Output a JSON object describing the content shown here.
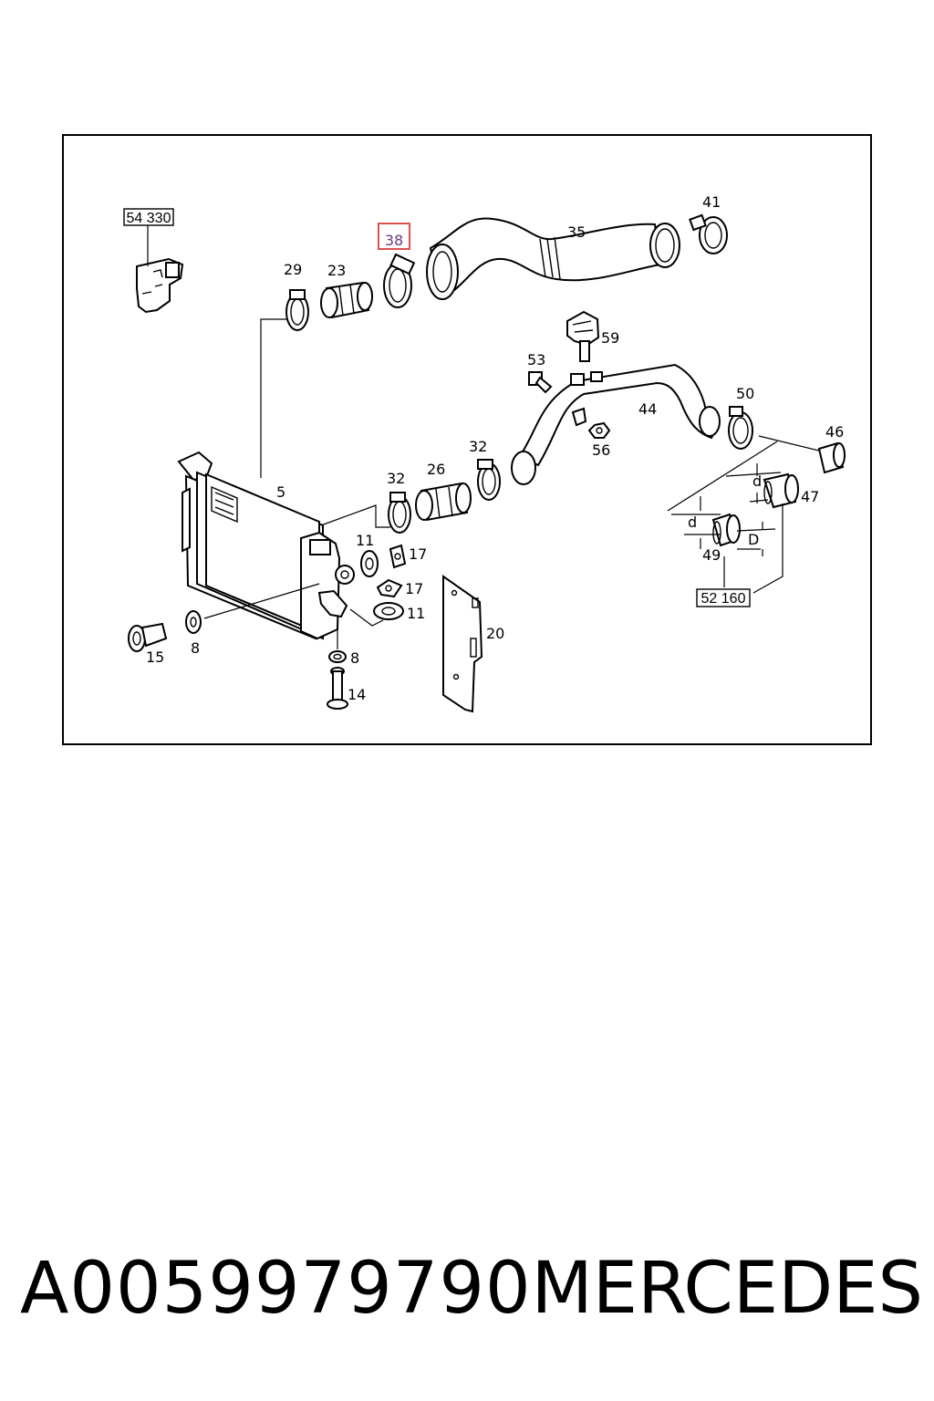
{
  "diagram": {
    "callouts": {
      "c_54330": "54 330",
      "c_38": "38",
      "c_35": "35",
      "c_41": "41",
      "c_29": "29",
      "c_23": "23",
      "c_59": "59",
      "c_53": "53",
      "c_44": "44",
      "c_50": "50",
      "c_46": "46",
      "c_56": "56",
      "c_5": "5",
      "c_32a": "32",
      "c_26": "26",
      "c_32b": "32",
      "c_d1": "d",
      "c_47": "47",
      "c_d2": "d",
      "c_D": "D",
      "c_49": "49",
      "c_11a": "11",
      "c_17a": "17",
      "c_17b": "17",
      "c_11b": "11",
      "c_20": "20",
      "c_52160": "52 160",
      "c_15": "15",
      "c_8a": "8",
      "c_8b": "8",
      "c_14": "14"
    },
    "highlight_color": "#d9534f"
  },
  "caption": {
    "part_number": "A0059979790",
    "brand": "MERCEDES"
  }
}
